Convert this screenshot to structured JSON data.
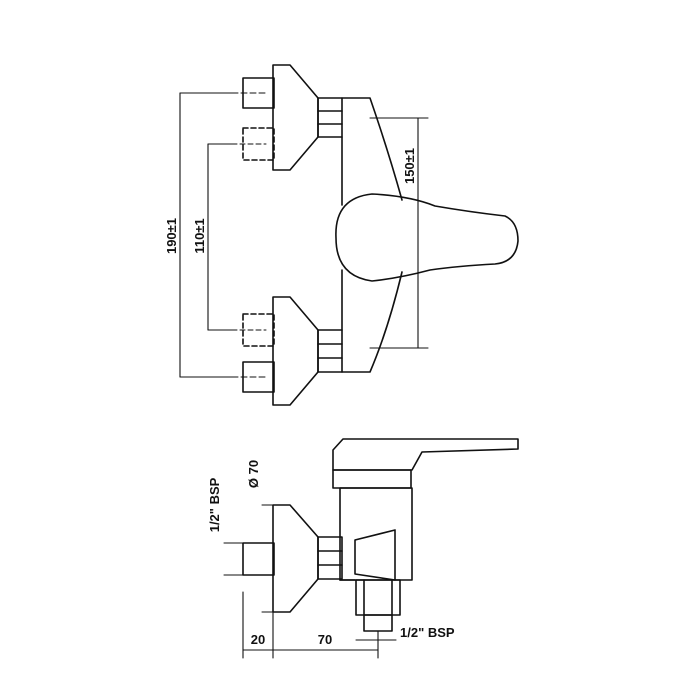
{
  "drawing": {
    "line_color": "#111111",
    "background": "#ffffff",
    "dimensions": {
      "overall_height": "190±1",
      "inlet_centers": "110±1",
      "outlet_offset": "150±1",
      "escutcheon_diameter": "Ø 70",
      "inlet_thread": "1/2\" BSP",
      "inlet_projection": "20",
      "body_depth": "70",
      "outlet_thread": "1/2\" BSP"
    }
  }
}
